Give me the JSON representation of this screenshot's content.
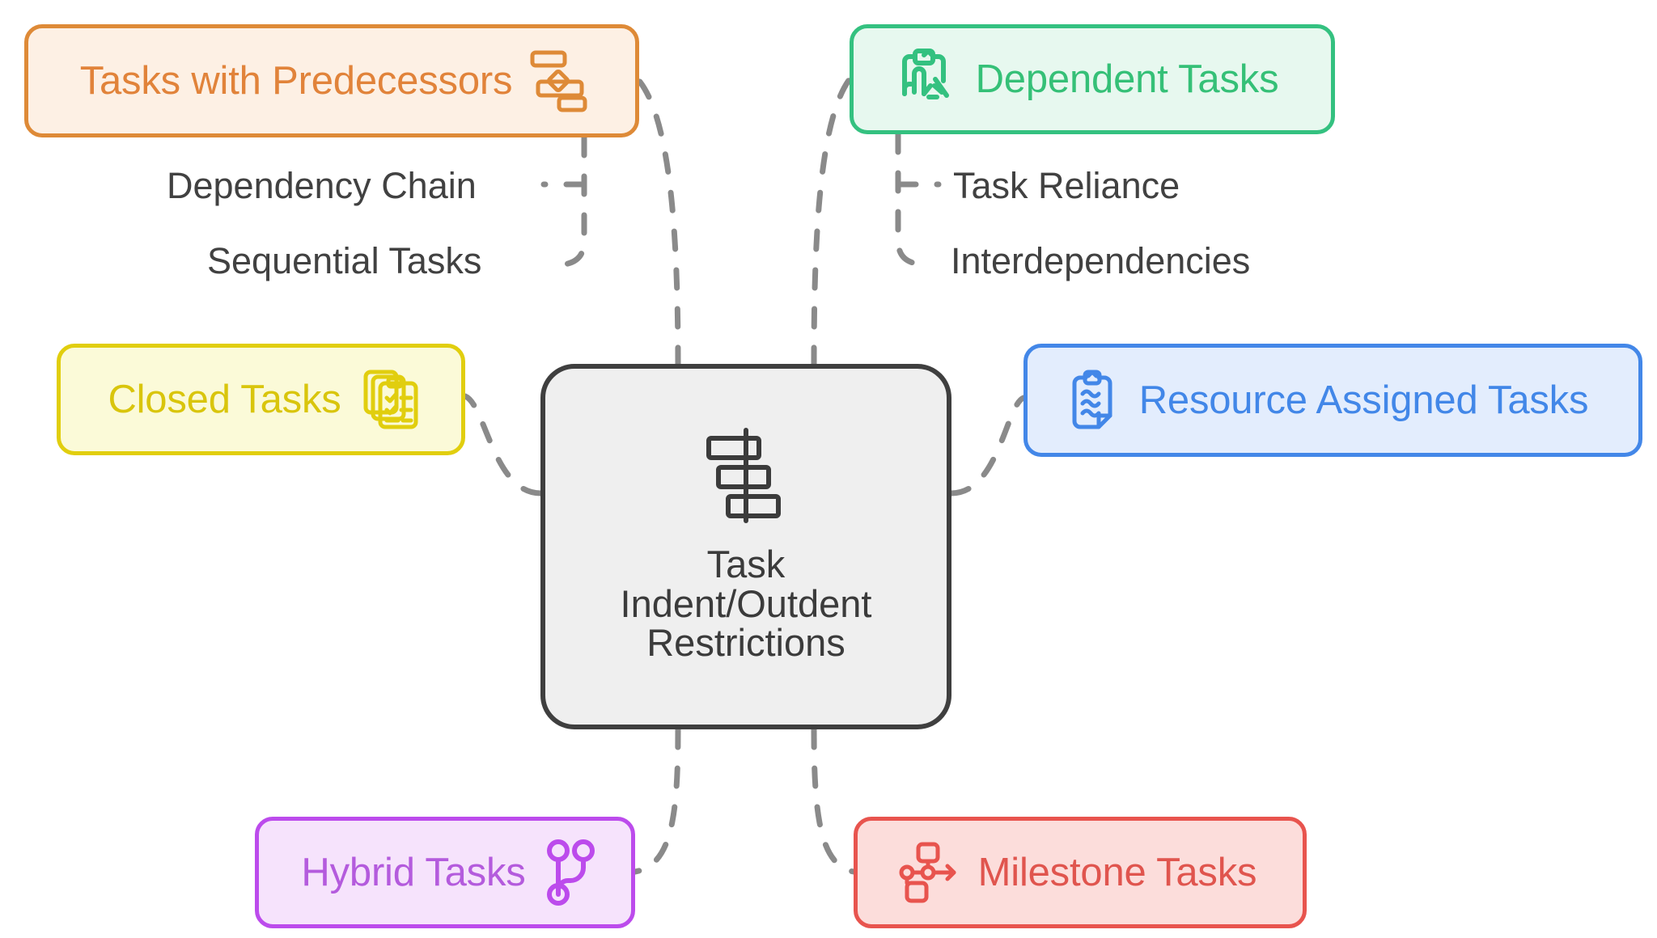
{
  "diagram": {
    "type": "mindmap",
    "title": "Task Indent/Outdent Restrictions",
    "background": "#ffffff",
    "connector_color": "#8A8A8A",
    "connector_style": "dashed"
  },
  "center": {
    "name": "center-node",
    "title_lines": [
      "Task",
      "Indent/Outdent",
      "Restrictions"
    ],
    "icon": "gantt-indent-icon",
    "fill": "#EFEFEF",
    "border": "#3F3F3F",
    "text_color": "#3B3B3B"
  },
  "branches": [
    {
      "id": "tasks-with-predecessors",
      "label": "Tasks with Predecessors",
      "icon": "gantt-dependency-icon",
      "accent": "#DE8A37",
      "text_color": "#E1833A",
      "fill": "#FDF0E4",
      "position": "top-left",
      "sublabels": [
        "Dependency Chain",
        "Sequential Tasks"
      ]
    },
    {
      "id": "dependent-tasks",
      "label": "Dependent Tasks",
      "icon": "clipboard-hand-icon",
      "accent": "#34C180",
      "text_color": "#35C077",
      "fill": "#E7F8EF",
      "position": "top-right",
      "sublabels": [
        "Task Reliance",
        "Interdependencies"
      ]
    },
    {
      "id": "closed-tasks",
      "label": "Closed Tasks",
      "icon": "checklist-stack-icon",
      "accent": "#E1CE0E",
      "text_color": "#D9C50C",
      "fill": "#FBFAD8",
      "position": "left",
      "sublabels": []
    },
    {
      "id": "resource-assigned-tasks",
      "label": "Resource Assigned Tasks",
      "icon": "clipboard-lines-icon",
      "accent": "#4387E8",
      "text_color": "#4287E8",
      "fill": "#E3EDFD",
      "position": "right",
      "sublabels": []
    },
    {
      "id": "hybrid-tasks",
      "label": "Hybrid Tasks",
      "icon": "git-branch-icon",
      "accent": "#BC4BEC",
      "text_color": "#B45BDD",
      "fill": "#F6E3FC",
      "position": "bottom-left",
      "sublabels": []
    },
    {
      "id": "milestone-tasks",
      "label": "Milestone Tasks",
      "icon": "flow-nodes-arrow-icon",
      "accent": "#E8544E",
      "text_color": "#E0554E",
      "fill": "#FCDDDB",
      "position": "bottom-right",
      "sublabels": []
    }
  ],
  "sublabels": {
    "dependency_chain": "Dependency Chain",
    "sequential_tasks": "Sequential Tasks",
    "task_reliance": "Task Reliance",
    "interdependencies": "Interdependencies"
  }
}
